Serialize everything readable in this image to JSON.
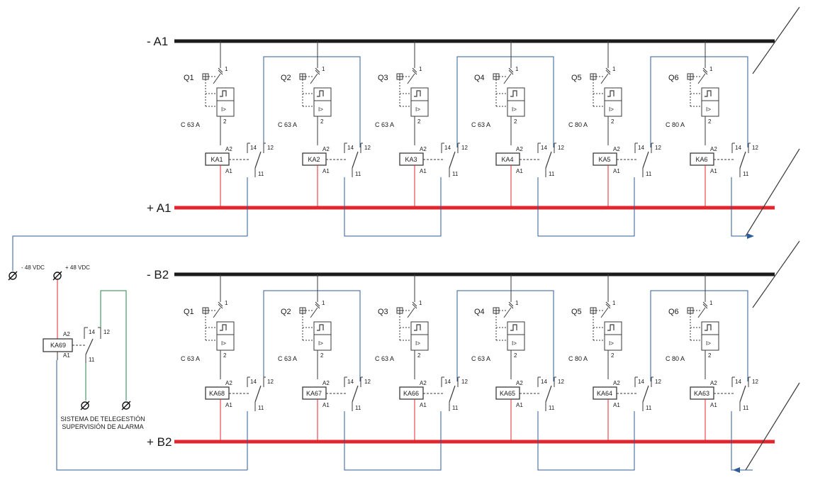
{
  "title": "",
  "colors": {
    "bus_negative": "#1c1c1c",
    "bus_positive": "#e2262d",
    "alarm_loop": "#2d5c97",
    "supply_positive": "#e2262d",
    "telegestion": "#1e8a4a",
    "line": "#3a3a3a"
  },
  "sections": [
    {
      "neg_label": "- A1",
      "pos_label": "+ A1",
      "breakers": [
        {
          "label": "Q1",
          "rating": "C 63 A",
          "relay": "KA1"
        },
        {
          "label": "Q2",
          "rating": "C 63 A",
          "relay": "KA2"
        },
        {
          "label": "Q3",
          "rating": "C 63 A",
          "relay": "KA3"
        },
        {
          "label": "Q4",
          "rating": "C 63 A",
          "relay": "KA4"
        },
        {
          "label": "Q5",
          "rating": "C 80 A",
          "relay": "KA5"
        },
        {
          "label": "Q6",
          "rating": "C 80 A",
          "relay": "KA6"
        }
      ]
    },
    {
      "neg_label": "- B2",
      "pos_label": "+ B2",
      "breakers": [
        {
          "label": "Q1",
          "rating": "C 63 A",
          "relay": "KA68"
        },
        {
          "label": "Q2",
          "rating": "C 63 A",
          "relay": "KA67"
        },
        {
          "label": "Q3",
          "rating": "C 63 A",
          "relay": "KA66"
        },
        {
          "label": "Q4",
          "rating": "C 63 A",
          "relay": "KA65"
        },
        {
          "label": "Q5",
          "rating": "C 80 A",
          "relay": "KA64"
        },
        {
          "label": "Q6",
          "rating": "C 80 A",
          "relay": "KA63"
        }
      ]
    }
  ],
  "terminals": {
    "breaker_top": "1",
    "breaker_bottom": "2",
    "coil_a1": "A1",
    "coil_a2": "A2",
    "contact_common": "11",
    "contact_no": "14",
    "contact_nc": "12"
  },
  "supply": {
    "neg_label": "- 48 VDC",
    "pos_label": "+ 48 VDC"
  },
  "alarm_relay": {
    "label": "KA69"
  },
  "telegestion": {
    "line1": "SISTEMA DE TELEGESTIÓN",
    "line2": "SUPERVISIÓN DE ALARMA"
  }
}
